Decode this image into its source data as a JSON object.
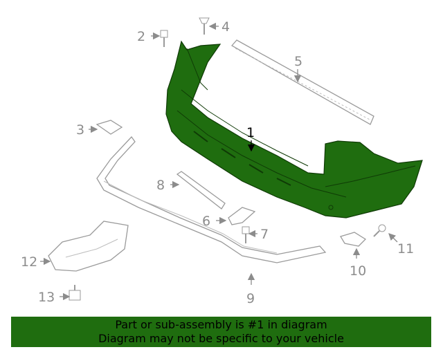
{
  "diagram": {
    "callouts": {
      "c1": "1",
      "c2": "2",
      "c3": "3",
      "c4": "4",
      "c5": "5",
      "c6": "6",
      "c7": "7",
      "c8": "8",
      "c9": "9",
      "c10": "10",
      "c11": "11",
      "c12": "12",
      "c13": "13"
    },
    "highlight_part": "1",
    "colors": {
      "highlight": "#1f6d0f",
      "line": "#9a9a9a",
      "callout": "#8c8c8c"
    }
  },
  "banner": {
    "line1": "Part or sub-assembly is #1 in diagram",
    "line2": "Diagram may not be specific to your vehicle"
  }
}
